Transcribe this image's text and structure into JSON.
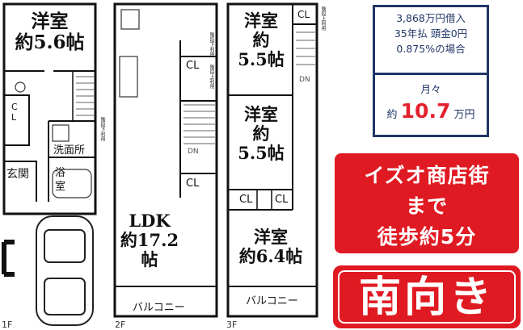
{
  "floor1": {
    "room": "洋室\n約5.6帖",
    "washroom": "洗面所",
    "bath": "浴\n室",
    "entrance": "玄関",
    "closet": "C\nL",
    "stair_note": "階段下利用",
    "floor_label": "1F"
  },
  "floor2": {
    "ldk": "LDK\n約17.2帖",
    "closet_upper": "CL",
    "closet_lower": "CL",
    "balcony": "バルコニー",
    "stair_note_a": "階段下利用",
    "stair_note_b": "階段上利用",
    "stair_dn": "DN",
    "floor_label": "2F"
  },
  "floor3": {
    "room_a": "洋室\n約\n5.5帖",
    "room_b": "洋室\n約\n5.5帖",
    "room_c": "洋室\n約6.4帖",
    "closet_top": "CL",
    "closet_mid_left": "CL",
    "closet_mid_right": "CL",
    "balcony": "バルコニー",
    "stair_note": "階段上利用",
    "stair_dn": "DN",
    "floor_label": "3F"
  },
  "loan": {
    "line1": "3,868万円借入",
    "line2": "35年払 頭金0円",
    "line3": "0.875%の場合",
    "monthly_label": "月々",
    "approx": "約",
    "amount": "10.7",
    "unit": "万円"
  },
  "badges": {
    "access_line1": "イズオ商店街",
    "access_line2": "まで",
    "access_line3": "徒歩約5分",
    "south": "南向き"
  },
  "colors": {
    "badge_red": "#e01a22",
    "panel_navy": "#1f3566",
    "amount_red": "#e4202c"
  }
}
